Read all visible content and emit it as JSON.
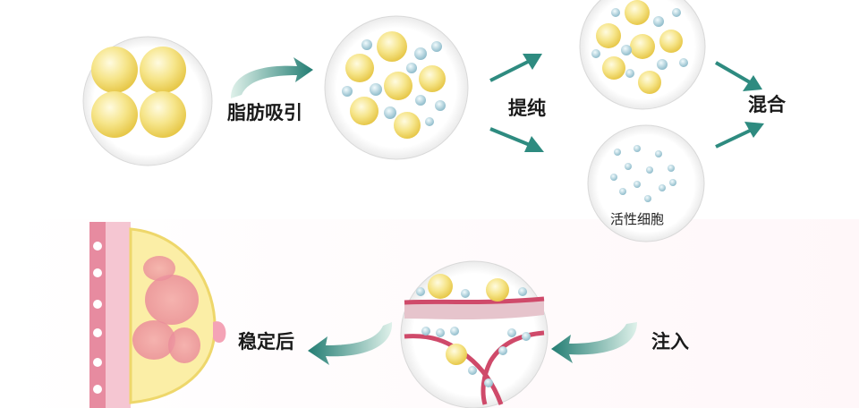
{
  "steps": {
    "suction": "脂肪吸引",
    "purify": "提纯",
    "mix": "混合",
    "active_cells": "活性细胞",
    "inject": "注入",
    "stable": "稳定后"
  },
  "colors": {
    "fat_cell": "#f4e27c",
    "active_cell": "#a9ccd6",
    "arrow_teal": "#2e8b80",
    "vessel_red": "#cf4a6a",
    "skin_pink": "#f2b8c6"
  }
}
